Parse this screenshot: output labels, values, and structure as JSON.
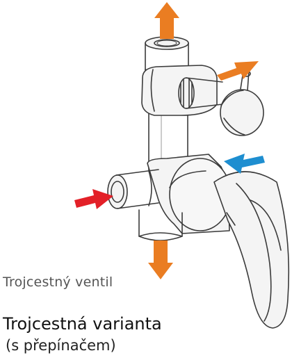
{
  "caption": "Trojcestný ventil",
  "title": "Trojcestná varianta",
  "subtitle": "(s přepínačem)",
  "colors": {
    "outlet_arrows": "#ea7d22",
    "hot_inlet_arrow": "#e32028",
    "cold_inlet_arrow": "#1e8ed0",
    "line_art": "#3a3a3a",
    "metal_fill": "#f4f4f4"
  },
  "arrows": [
    {
      "name": "top-outlet-arrow",
      "direction": "up",
      "color_role": "outlet_arrows"
    },
    {
      "name": "upper-right-outlet-arrow",
      "direction": "right",
      "color_role": "outlet_arrows"
    },
    {
      "name": "bottom-outlet-arrow",
      "direction": "down",
      "color_role": "outlet_arrows"
    },
    {
      "name": "hot-inlet-arrow",
      "direction": "right",
      "color_role": "hot_inlet_arrow"
    },
    {
      "name": "cold-inlet-arrow",
      "direction": "left",
      "color_role": "cold_inlet_arrow"
    }
  ]
}
